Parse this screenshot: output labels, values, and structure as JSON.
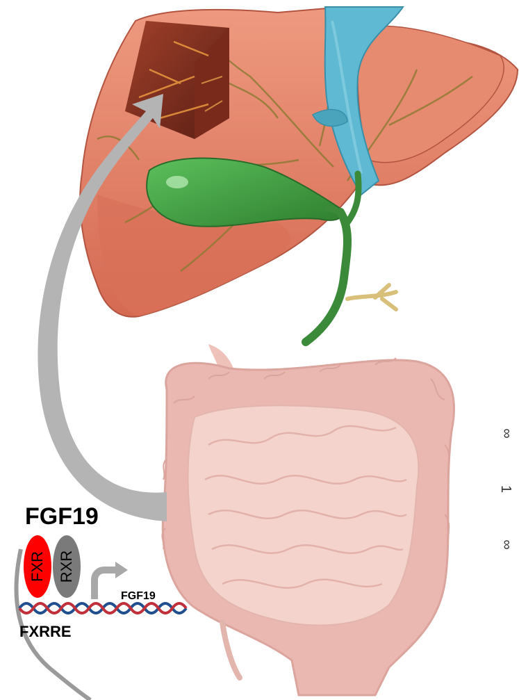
{
  "signal": {
    "label": "FGF19"
  },
  "receptors": {
    "fxr": {
      "label": "FXR",
      "color": "#ff0000"
    },
    "rxr": {
      "label": "RXR",
      "color": "#7a7a7a"
    }
  },
  "gene": {
    "label": "FGF19"
  },
  "response_element": {
    "label": "FXRRE"
  },
  "colors": {
    "liver": "#e07a60",
    "gallbladder": "#3a9a3a",
    "vein": "#5fb9d2",
    "intestine": "#ecb0a6",
    "arrow": "#b4b4b4"
  },
  "edge_text": [
    "∞",
    "1",
    "∞"
  ]
}
